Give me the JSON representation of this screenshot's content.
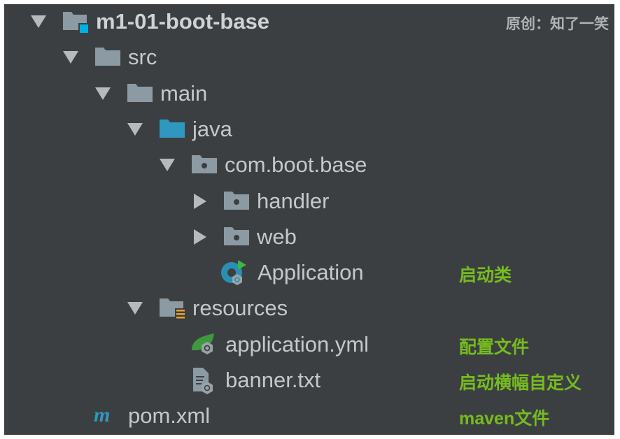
{
  "watermark": "原创：知了一笑",
  "tree": [
    {
      "label": "m1-01-boot-base",
      "icon": "module-folder-icon",
      "expanded": true,
      "level": 0
    },
    {
      "label": "src",
      "icon": "folder-icon",
      "expanded": true,
      "level": 1
    },
    {
      "label": "main",
      "icon": "folder-icon",
      "expanded": true,
      "level": 2
    },
    {
      "label": "java",
      "icon": "source-folder-icon",
      "expanded": true,
      "level": 3
    },
    {
      "label": "com.boot.base",
      "icon": "package-icon",
      "expanded": true,
      "level": 4
    },
    {
      "label": "handler",
      "icon": "package-icon",
      "expanded": false,
      "level": 5
    },
    {
      "label": "web",
      "icon": "package-icon",
      "expanded": false,
      "level": 5
    },
    {
      "label": "Application",
      "icon": "spring-boot-class-icon",
      "level": 6,
      "note": "启动类"
    },
    {
      "label": "resources",
      "icon": "resources-folder-icon",
      "expanded": true,
      "level": 3
    },
    {
      "label": "application.yml",
      "icon": "spring-yml-icon",
      "level": 4,
      "note": "配置文件"
    },
    {
      "label": "banner.txt",
      "icon": "banner-file-icon",
      "level": 4,
      "note": "启动横幅自定义"
    },
    {
      "label": "pom.xml",
      "icon": "maven-icon",
      "level": 1,
      "note": "maven文件"
    }
  ],
  "colors": {
    "background": "#3c3f41",
    "text": "#c5c8ca",
    "note": "#76bb1f",
    "folder": "#8c9aa3",
    "module": "#00a8e0"
  }
}
